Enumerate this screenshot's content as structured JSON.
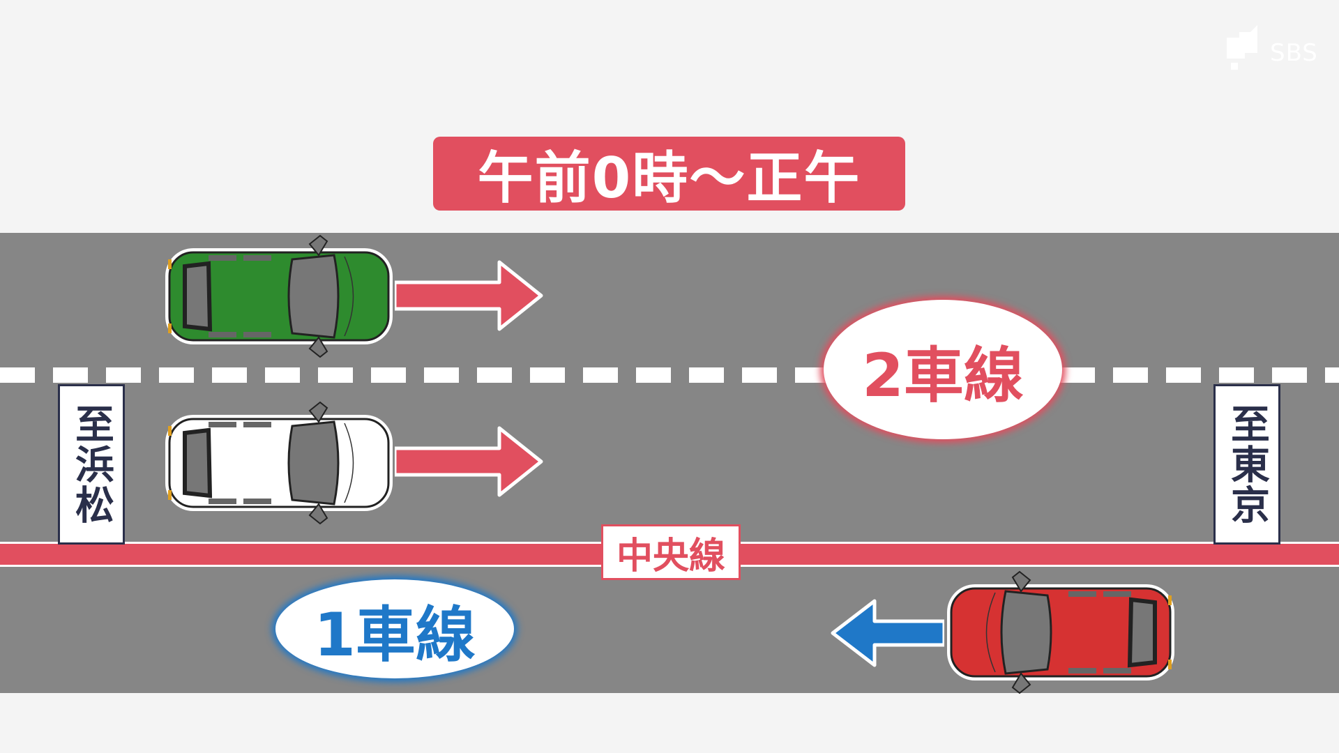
{
  "logo": {
    "text": "SBS"
  },
  "title": "午前0時〜正午",
  "signs": {
    "left": "至浜松",
    "right": "至東京"
  },
  "center_line_label": "中央線",
  "lanes": {
    "lane2": "2車線",
    "lane1": "1車線"
  },
  "colors": {
    "accent_red": "#e14f5f",
    "accent_blue": "#1f78c8",
    "road": "#868686",
    "car_green": "#2e8b2e",
    "car_white": "#ffffff",
    "car_red": "#d63232",
    "sign_navy": "#2a2f4a"
  },
  "cars": [
    {
      "name": "green-car",
      "direction": "right"
    },
    {
      "name": "white-car",
      "direction": "right"
    },
    {
      "name": "red-car",
      "direction": "left"
    }
  ]
}
